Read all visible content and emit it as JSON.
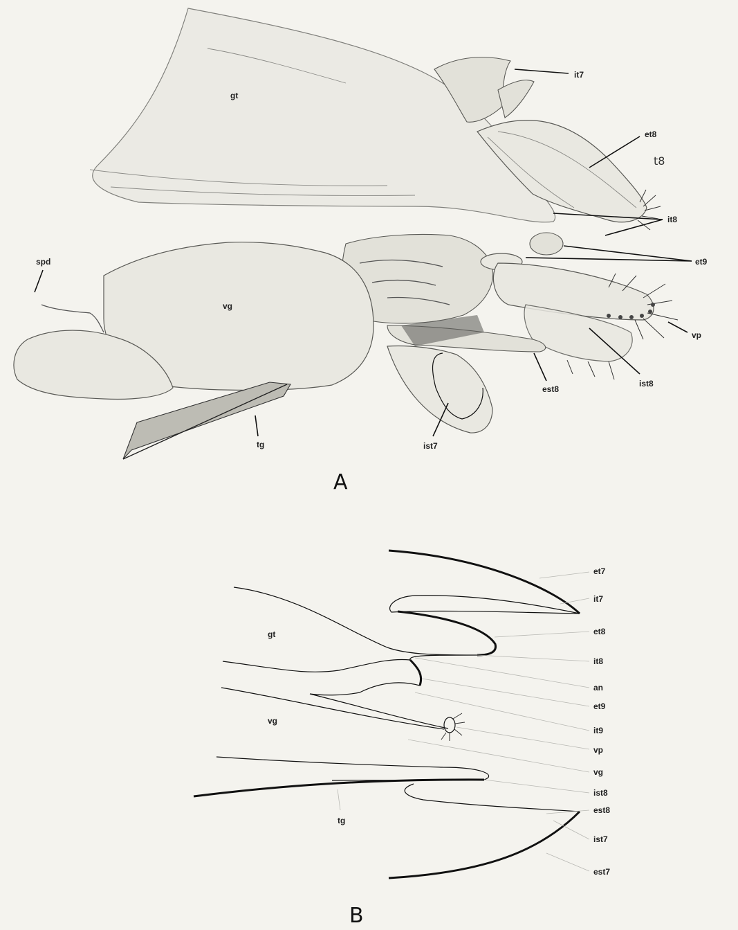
{
  "panel_a": {
    "caption": "A",
    "labels": {
      "gt": "gt",
      "it7": "it7",
      "et8": "et8",
      "t8": "t8",
      "it8": "it8",
      "et9": "et9",
      "spd": "spd",
      "vg": "vg",
      "vp": "vp",
      "ist8": "ist8",
      "est8": "est8",
      "tg": "tg",
      "ist7": "ist7"
    }
  },
  "panel_b": {
    "caption": "B",
    "labels": {
      "gt": "gt",
      "vg": "vg",
      "tg": "tg",
      "et7": "et7",
      "it7": "it7",
      "et8": "et8",
      "it8": "it8",
      "an": "an",
      "et9": "et9",
      "it9": "it9",
      "vp": "vp",
      "vg_r": "vg",
      "ist8": "ist8",
      "est8": "est8",
      "ist7": "ist7",
      "est7": "est7"
    }
  }
}
